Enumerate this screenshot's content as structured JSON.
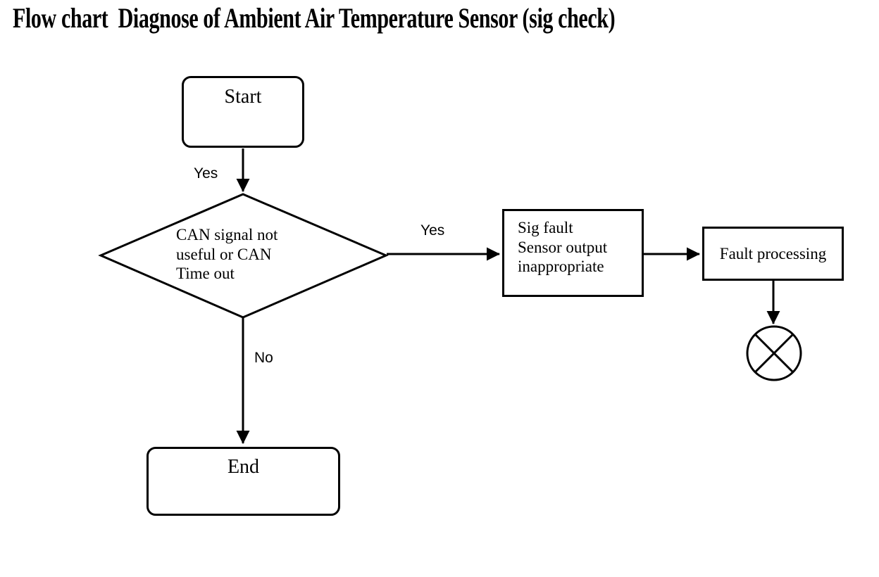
{
  "page": {
    "background": "#ffffff"
  },
  "flowchart": {
    "title": "Flow chart  Diagnose of Ambient Air Temperature Sensor (sig check)",
    "colors": {
      "stroke": "#000000",
      "node_fill": "#ffffff",
      "text": "#000000"
    },
    "nodes": {
      "start": {
        "type": "rounded-terminator",
        "label": "Start"
      },
      "decision": {
        "type": "diamond",
        "line1": "CAN signal not",
        "line2": "useful or CAN",
        "line3": "Time out"
      },
      "sig_fault": {
        "type": "rectangle",
        "line1": "Sig fault",
        "line2": "Sensor output",
        "line3": "inappropriate"
      },
      "fault_processing": {
        "type": "rectangle",
        "label": "Fault processing"
      },
      "end": {
        "type": "rounded-terminator",
        "label": "End"
      },
      "terminator": {
        "type": "connector",
        "icon": "circle-x-icon"
      }
    },
    "edge_labels": {
      "start_to_decision": "Yes",
      "decision_to_sig_fault": "Yes",
      "decision_to_end": "No"
    }
  }
}
